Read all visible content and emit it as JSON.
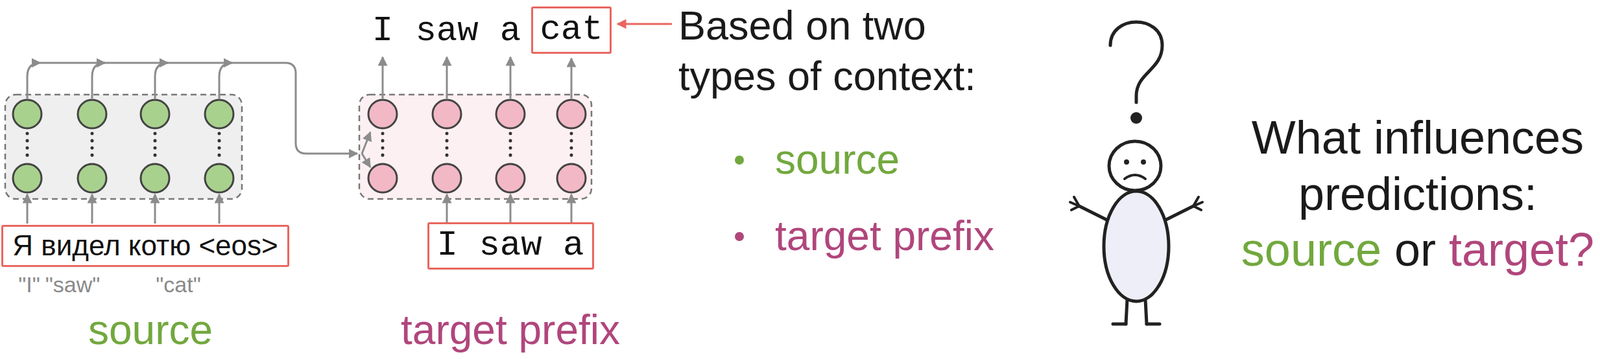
{
  "diagram": {
    "nodes": [
      {
        "text": [
          "Я видел котю <eos>"
        ]
      },
      {
        "text": [
          "I saw a"
        ]
      },
      {
        "text": [
          "cat"
        ]
      }
    ],
    "labels": [
      "I",
      "saw",
      "a",
      "\"I\"",
      "\"saw\"",
      "\"cat\"",
      "source",
      "target prefix",
      "Based on two types of context:",
      "source",
      "target prefix",
      "What influences predictions:",
      "source",
      "or",
      "target?"
    ]
  }
}
